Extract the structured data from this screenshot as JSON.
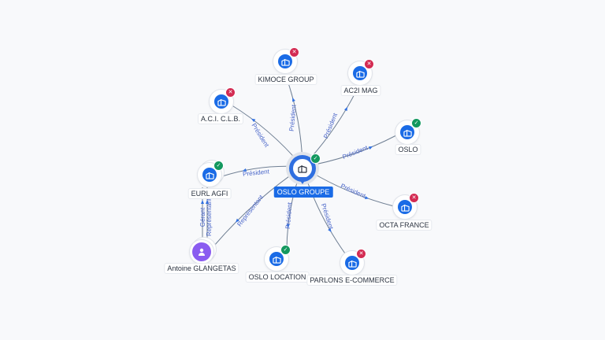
{
  "center": {
    "name": "OSLO GROUPE",
    "status": "active"
  },
  "companies": [
    {
      "name": "KIMOCE GROUP",
      "status": "closed",
      "relation": "Président"
    },
    {
      "name": "AC2I MAG",
      "status": "closed",
      "relation": "Président"
    },
    {
      "name": "A.C.I. C.L.B.",
      "status": "closed",
      "relation": "Président"
    },
    {
      "name": "OSLO",
      "status": "active",
      "relation": "Président"
    },
    {
      "name": "EURL AGFI",
      "status": "active",
      "relation": "Président"
    },
    {
      "name": "OCTA FRANCE",
      "status": "closed",
      "relation": "Président"
    },
    {
      "name": "OSLO LOCATION",
      "status": "active",
      "relation": "Président"
    },
    {
      "name": "PARLONS E-COMMERCE",
      "status": "closed",
      "relation": "Président"
    }
  ],
  "person": {
    "name": "Antoine GLANGETAS",
    "relation_center": "Représentant",
    "relation_eurl_1": "Gérant",
    "relation_eurl_2": "Représentant"
  },
  "colors": {
    "company": "#1a6be6",
    "person": "#8a5cf0",
    "active": "#13985f",
    "closed": "#d32b52",
    "edge_label": "#4a66c9"
  },
  "icons": {
    "company": "building-icon",
    "person": "person-icon",
    "active": "check-icon",
    "closed": "cross-icon"
  }
}
